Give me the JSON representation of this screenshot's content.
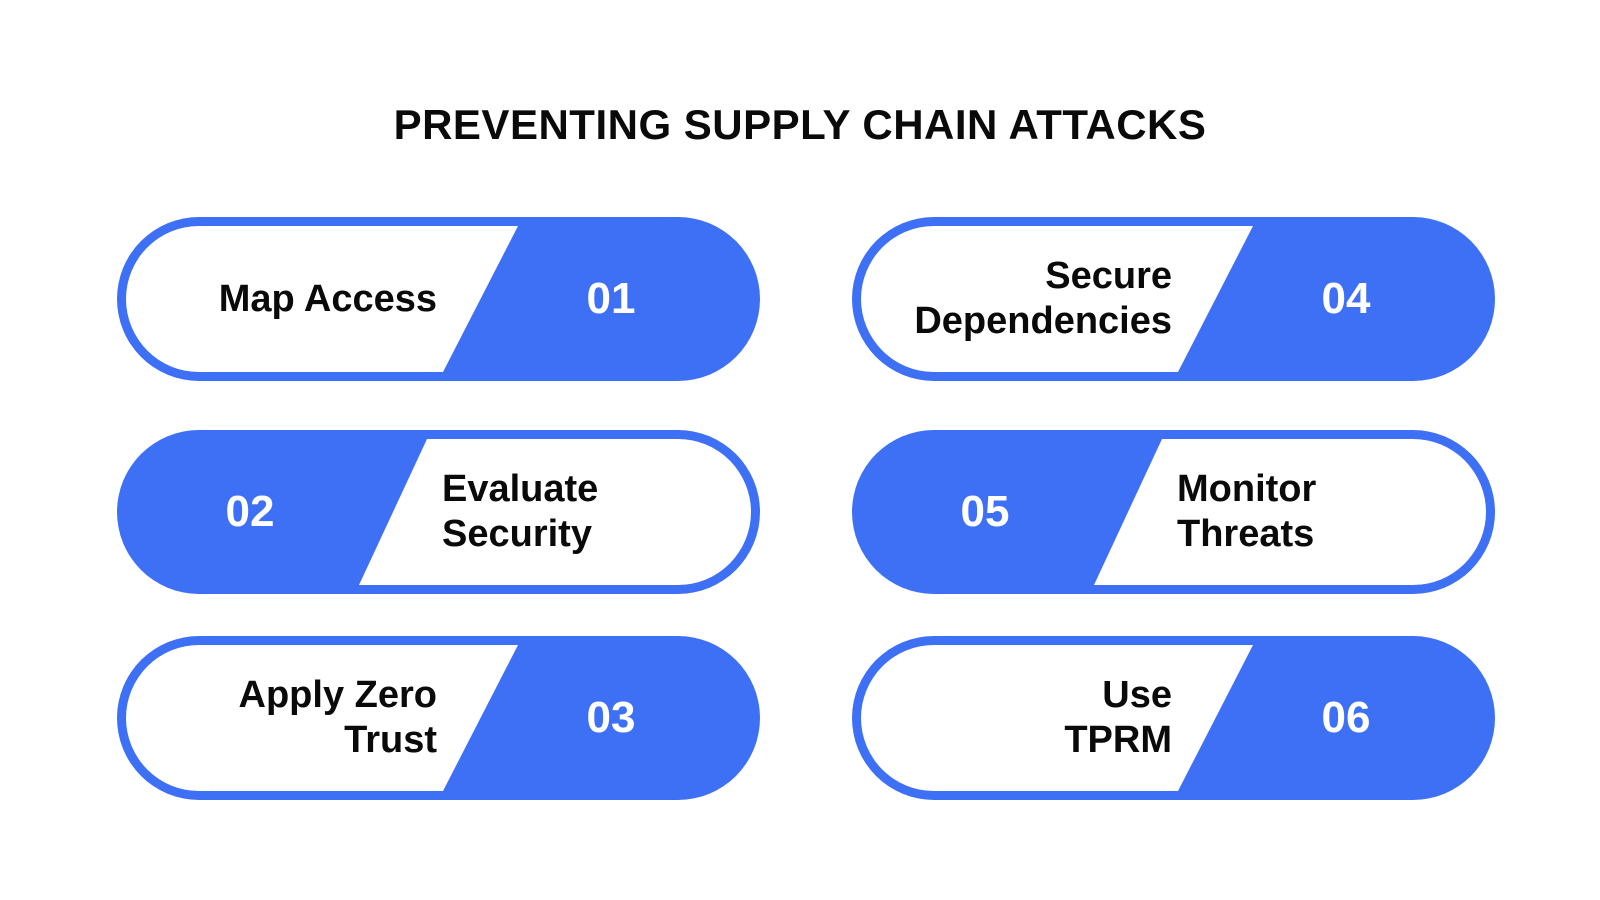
{
  "title": "PREVENTING SUPPLY CHAIN ATTACKS",
  "colors": {
    "accent": "#3E70F5",
    "label_text": "#0A0A0A",
    "number_text": "#FFFFFF",
    "background": "#FFFFFF"
  },
  "steps": [
    {
      "number": "01",
      "label": "Map Access",
      "label_lines": [
        "Map Access"
      ]
    },
    {
      "number": "02",
      "label": "Evaluate Security",
      "label_lines": [
        "Evaluate",
        "Security"
      ]
    },
    {
      "number": "03",
      "label": "Apply Zero Trust",
      "label_lines": [
        "Apply Zero",
        "Trust"
      ]
    },
    {
      "number": "04",
      "label": "Secure Dependencies",
      "label_lines": [
        "Secure",
        "Dependencies"
      ]
    },
    {
      "number": "05",
      "label": "Monitor Threats",
      "label_lines": [
        "Monitor",
        "Threats"
      ]
    },
    {
      "number": "06",
      "label": "Use TPRM",
      "label_lines": [
        "Use",
        "TPRM"
      ]
    }
  ]
}
